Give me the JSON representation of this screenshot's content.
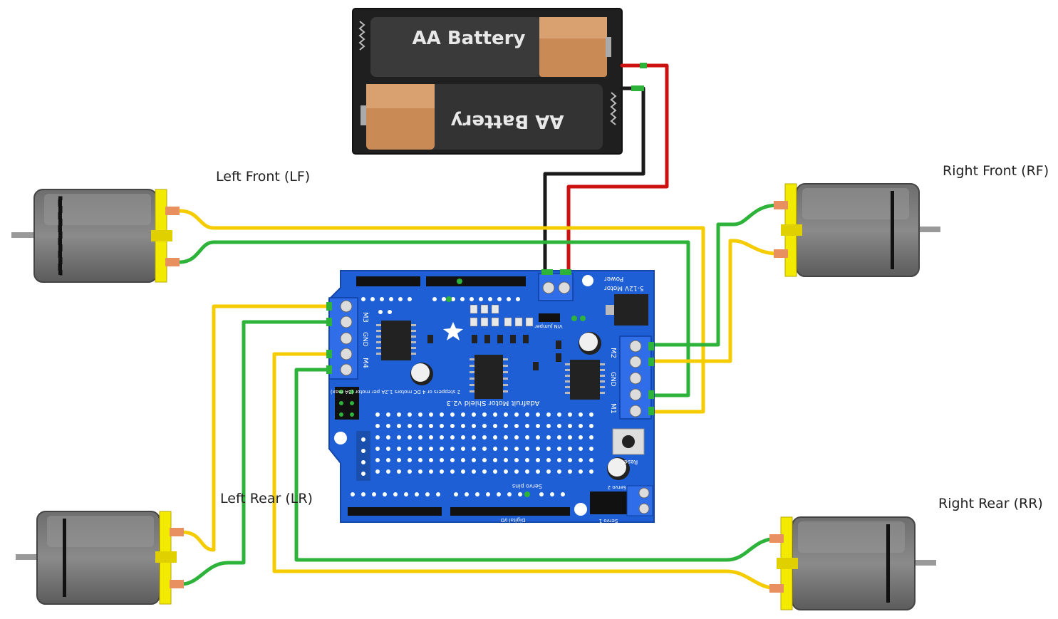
{
  "battery": {
    "label_top": "AA Battery",
    "label_bottom": "AA Battery"
  },
  "motors": {
    "lf": "Left Front (LF)",
    "rf": "Right Front (RF)",
    "lr": "Left Rear (LR)",
    "rr": "Right Rear (RR)"
  },
  "shield": {
    "title": "Adafruit Motor Shield v2.3",
    "m1": "M1",
    "m2": "M2",
    "m3": "M3",
    "m4": "M4",
    "gnd": "GND",
    "power": "Power",
    "power_spec": "5-12V Motor",
    "vin_jumper": "VIN Jumper",
    "reset": "Reset",
    "servo_pins": "Servo pins",
    "servo1": "Servo 1",
    "servo2": "Servo 2",
    "digital_io": "Digital I/O",
    "notes": "2 steppers or 4 DC motors 1.2A per motor (3A max)"
  },
  "colors": {
    "wire_red": "#cc1111",
    "wire_black": "#1a1a1a",
    "wire_yellow": "#f5cc00",
    "wire_green": "#2eb33a",
    "board_blue": "#1e5fd6",
    "motor_yellow": "#f2ea00"
  }
}
